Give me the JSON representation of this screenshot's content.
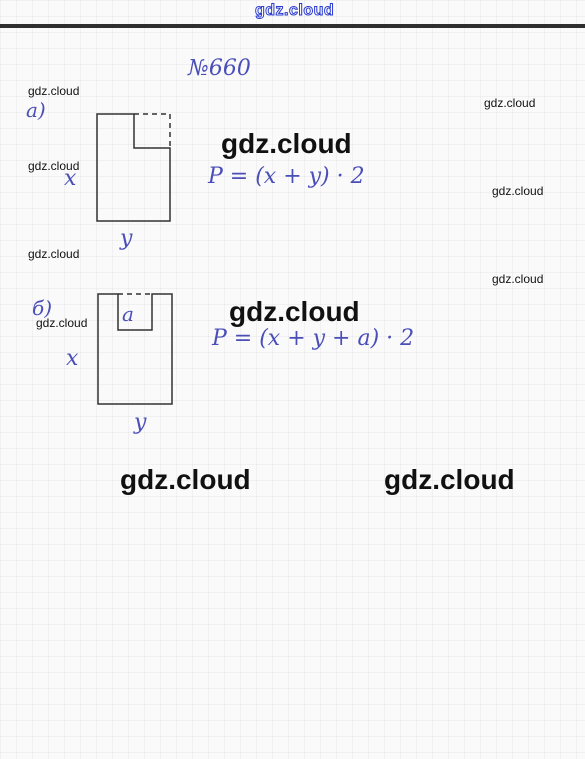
{
  "header": {
    "site": "gdz.cloud"
  },
  "problem": {
    "number": "№660"
  },
  "part_a": {
    "label": "а)",
    "side_x": "x",
    "side_y": "y",
    "formula": "P = (x + y) · 2"
  },
  "part_b": {
    "label": "б)",
    "side_x": "x",
    "side_y": "y",
    "cut": "a",
    "formula": "P = (x + y + a) · 2"
  },
  "watermarks": {
    "small": [
      "gdz.cloud",
      "gdz.cloud",
      "gdz.cloud",
      "gdz.cloud",
      "gdz.cloud",
      "gdz.cloud",
      "gdz.cloud"
    ],
    "big": [
      "gdz.cloud",
      "gdz.cloud",
      "gdz.cloud",
      "gdz.cloud"
    ]
  },
  "colors": {
    "ink": "#4a4fb8",
    "pencil": "#333333",
    "header": "#2a3bd0"
  }
}
